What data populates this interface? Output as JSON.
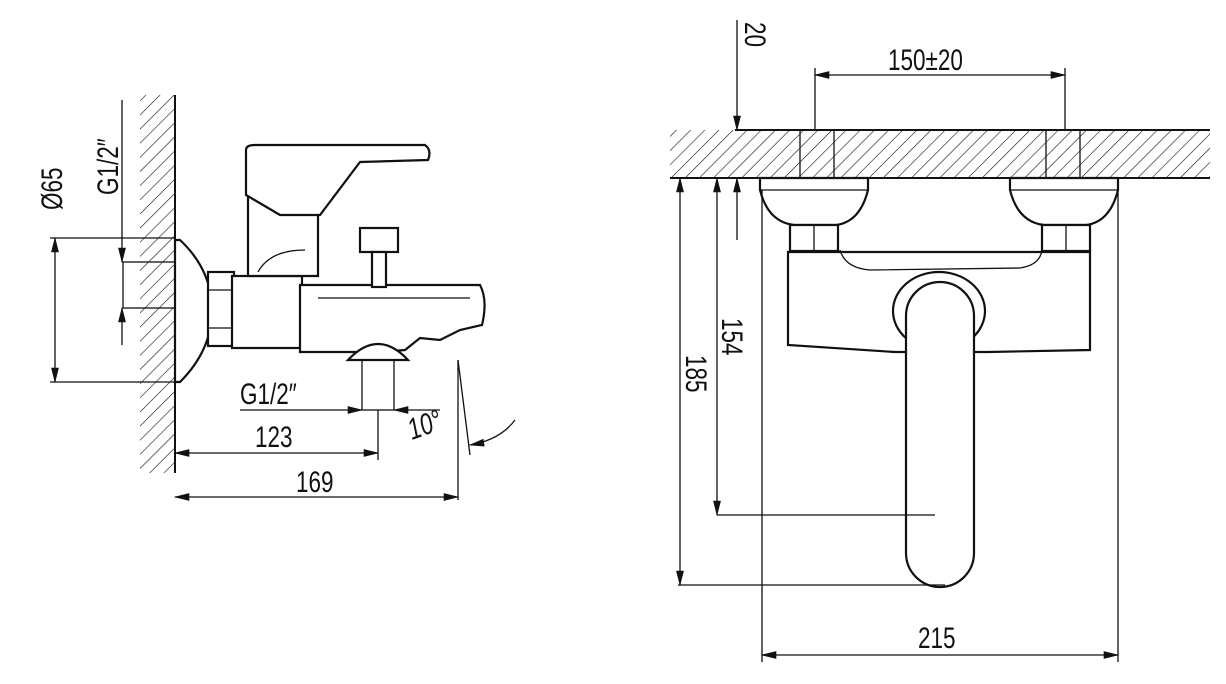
{
  "side_view": {
    "flange_diameter": "Ø65",
    "wall_thread": "G1/2″",
    "outlet_thread": "G1/2″",
    "outlet_distance": "123",
    "total_depth": "169",
    "spout_angle": "10°"
  },
  "front_view": {
    "wall_offset": "20",
    "center_distance": "150±20",
    "handle_height": "154",
    "total_height": "185",
    "total_width": "215"
  }
}
